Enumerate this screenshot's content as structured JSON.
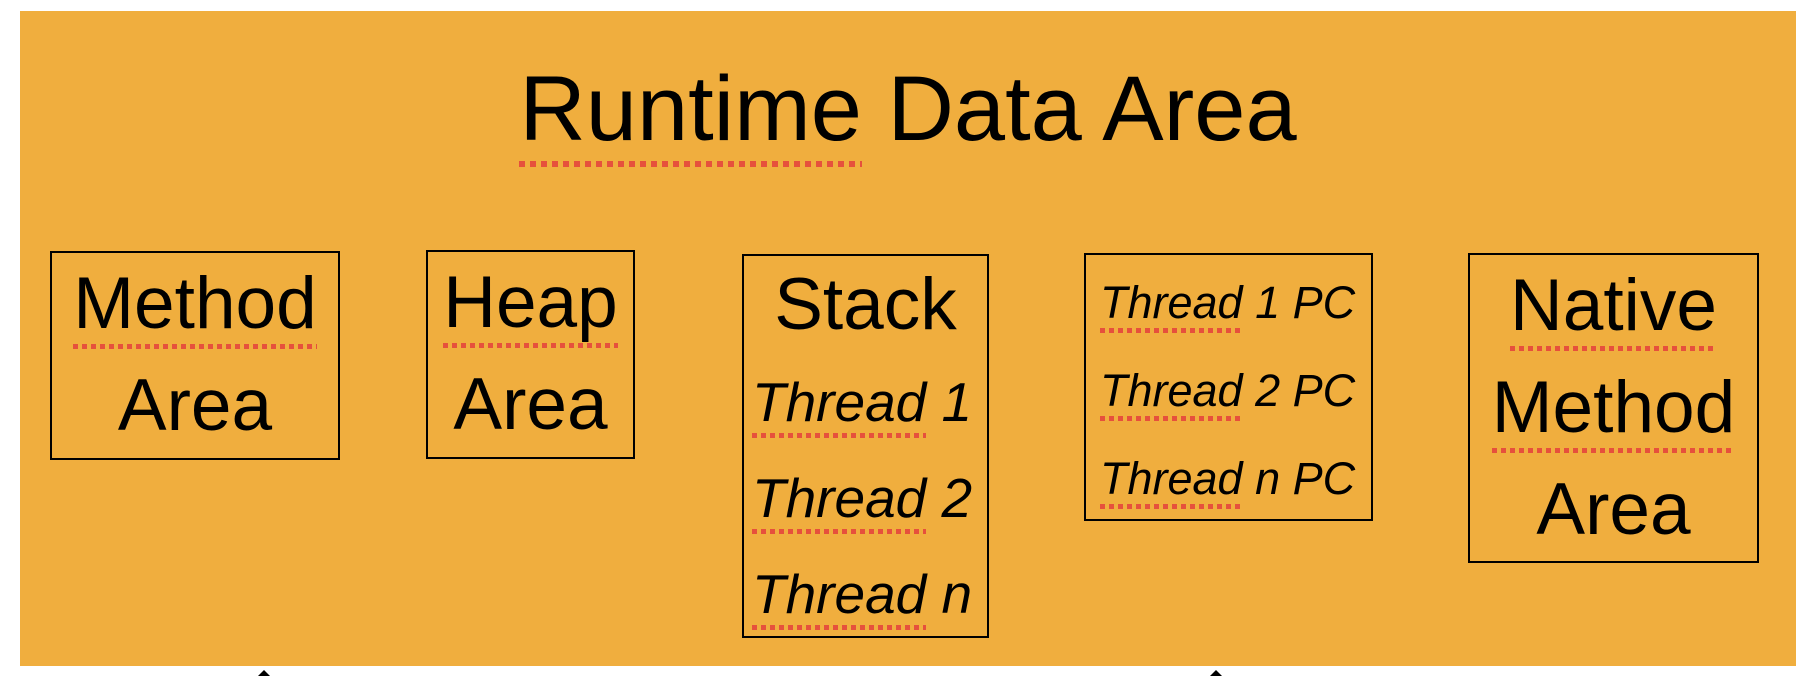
{
  "colors": {
    "background": "#ffffff",
    "panel": "#F0AE3E",
    "text": "#000000",
    "border": "#000000",
    "spellcheck": "#E6503C"
  },
  "title": {
    "underlined_word": "Runtime",
    "rest": " Data Area"
  },
  "boxes": {
    "method": {
      "line1": "Method",
      "line2": "Area"
    },
    "heap": {
      "line1": "Heap",
      "line2": "Area"
    },
    "stack": {
      "title": "Stack",
      "items": [
        {
          "underlined": "Thread",
          "rest": " 1"
        },
        {
          "underlined": "Thread",
          "rest": " 2"
        },
        {
          "underlined": "Thread",
          "rest": " n"
        }
      ]
    },
    "pc": {
      "items": [
        {
          "underlined": "Thread",
          "rest": " 1 PC"
        },
        {
          "underlined": "Thread",
          "rest": " 2 PC"
        },
        {
          "underlined": "Thread",
          "rest": " n PC"
        }
      ]
    },
    "native": {
      "line1": "Native",
      "line2": "Method",
      "line3": "Area"
    }
  }
}
